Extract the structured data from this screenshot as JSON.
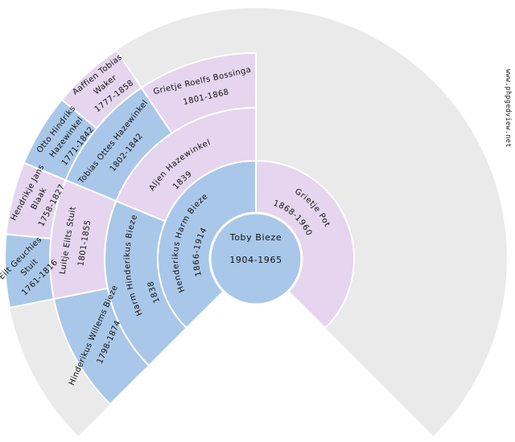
{
  "watermark": "www.phpgedview.net",
  "colors": {
    "male": "#a9c7e9",
    "female": "#e5d5ef",
    "empty_slot": "#eaeaea",
    "separator": "#ffffff",
    "text": "#111111"
  },
  "chart": {
    "type": "genealogy-fan-chart",
    "center_person": {
      "name": "Toby Bieze",
      "dates": "1904-1965",
      "sex": "M"
    },
    "ring1": [
      {
        "name": "Henderikus Harm Bieze",
        "dates": "1866-1914",
        "sex": "M",
        "relation": "father"
      },
      {
        "name": "Grietje Pot",
        "dates": "1868-1960",
        "sex": "F",
        "relation": "mother"
      }
    ],
    "ring2": [
      {
        "name": "Harm Hinderikus Bieze",
        "dates": "1838",
        "sex": "M",
        "relation": "paternal-grandfather"
      },
      {
        "name": "Aljen Hazewinkel",
        "dates": "1839",
        "sex": "F",
        "relation": "paternal-grandmother"
      }
    ],
    "ring3": [
      {
        "name": "Hinderikus Willems Bieze",
        "dates": "1798-1874",
        "sex": "M"
      },
      {
        "name": "Luitje Eilts Stuit",
        "dates": "1801-1855",
        "sex": "F"
      },
      {
        "name": "Tobias Ottes Hazewinkel",
        "dates": "1802-1842",
        "sex": "M"
      },
      {
        "name": "Grietje Roelfs Bossinga",
        "dates": "1801-1868",
        "sex": "F"
      }
    ],
    "ring4": [
      {
        "name_lines": [
          "Eilt Geuchies",
          "Stuit"
        ],
        "dates": "1761-1816",
        "sex": "M"
      },
      {
        "name_lines": [
          "Hendrikje Jans",
          "Blaak"
        ],
        "dates": "1758-1827",
        "sex": "F"
      },
      {
        "name_lines": [
          "Otto Hindriks",
          "Hazewinkel"
        ],
        "dates": "1771-1842",
        "sex": "M"
      },
      {
        "name_lines": [
          "Aaffien Tobias",
          "Waker"
        ],
        "dates": "1777-1858",
        "sex": "F"
      }
    ]
  }
}
